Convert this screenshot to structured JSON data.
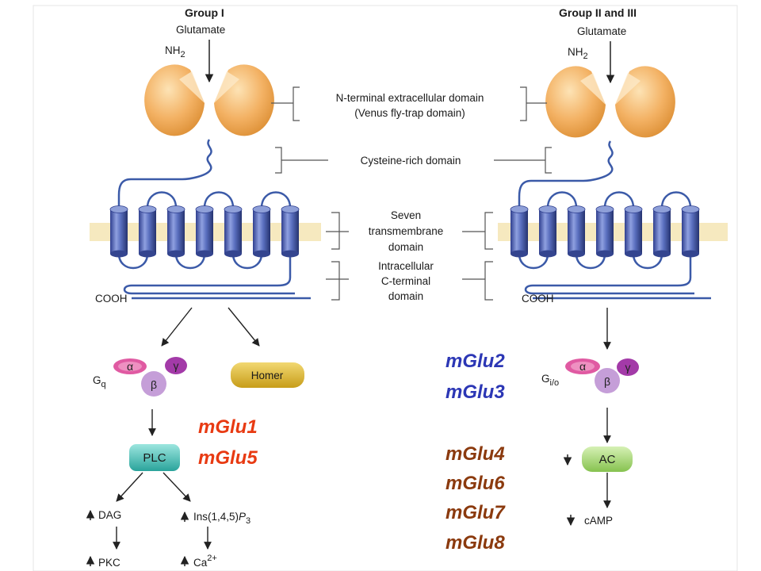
{
  "colors": {
    "background": "#ffffff",
    "membrane": "#f6e9bf",
    "helix": "#5a6fbf",
    "loop": "#3b5aa8",
    "lobe": "#f3b163",
    "alpha": "#e05aa2",
    "beta": "#c59ed8",
    "gamma": "#a33aa8",
    "homer": "#d8b42c",
    "plc": "#3fbdb4",
    "ac": "#a6d877",
    "group1_text": "#e83a12",
    "group23_blue": "#2c37b5",
    "group3_brown": "#8b3a0e"
  },
  "header": {
    "group1": "Group I",
    "group23": "Group II and III",
    "ligand_left": "Glutamate",
    "ligand_right": "Glutamate",
    "nh2_left": "NH",
    "nh2_right": "NH",
    "nh2_sub": "2"
  },
  "domains": {
    "nterm_line1": "N-terminal extracellular domain",
    "nterm_line2": "(Venus fly-trap domain)",
    "cys": "Cysteine-rich domain",
    "tm_line1": "Seven",
    "tm_line2": "transmembrane",
    "tm_line3": "domain",
    "ct_line1": "Intracellular",
    "ct_line2": "C-terminal",
    "ct_line3": "domain"
  },
  "cooh_left": "COOH",
  "cooh_right": "COOH",
  "left_pathway": {
    "g_label": "G",
    "g_sub": "q",
    "alpha": "α",
    "beta": "β",
    "gamma": "γ",
    "homer": "Homer",
    "plc": "PLC",
    "dag": "DAG",
    "ins_prefix": "Ins(1,4,5)",
    "ins_p": "P",
    "ins_sub": "3",
    "pkc": "PKC",
    "ca": "Ca",
    "ca_sup": "2+"
  },
  "right_pathway": {
    "g_label": "G",
    "g_sub": "i/o",
    "alpha": "α",
    "beta": "β",
    "gamma": "γ",
    "ac": "AC",
    "camp": "cAMP"
  },
  "receptors": {
    "group1": [
      "mGlu1",
      "mGlu5"
    ],
    "group2": [
      "mGlu2",
      "mGlu3"
    ],
    "group3": [
      "mGlu4",
      "mGlu6",
      "mGlu7",
      "mGlu8"
    ]
  }
}
